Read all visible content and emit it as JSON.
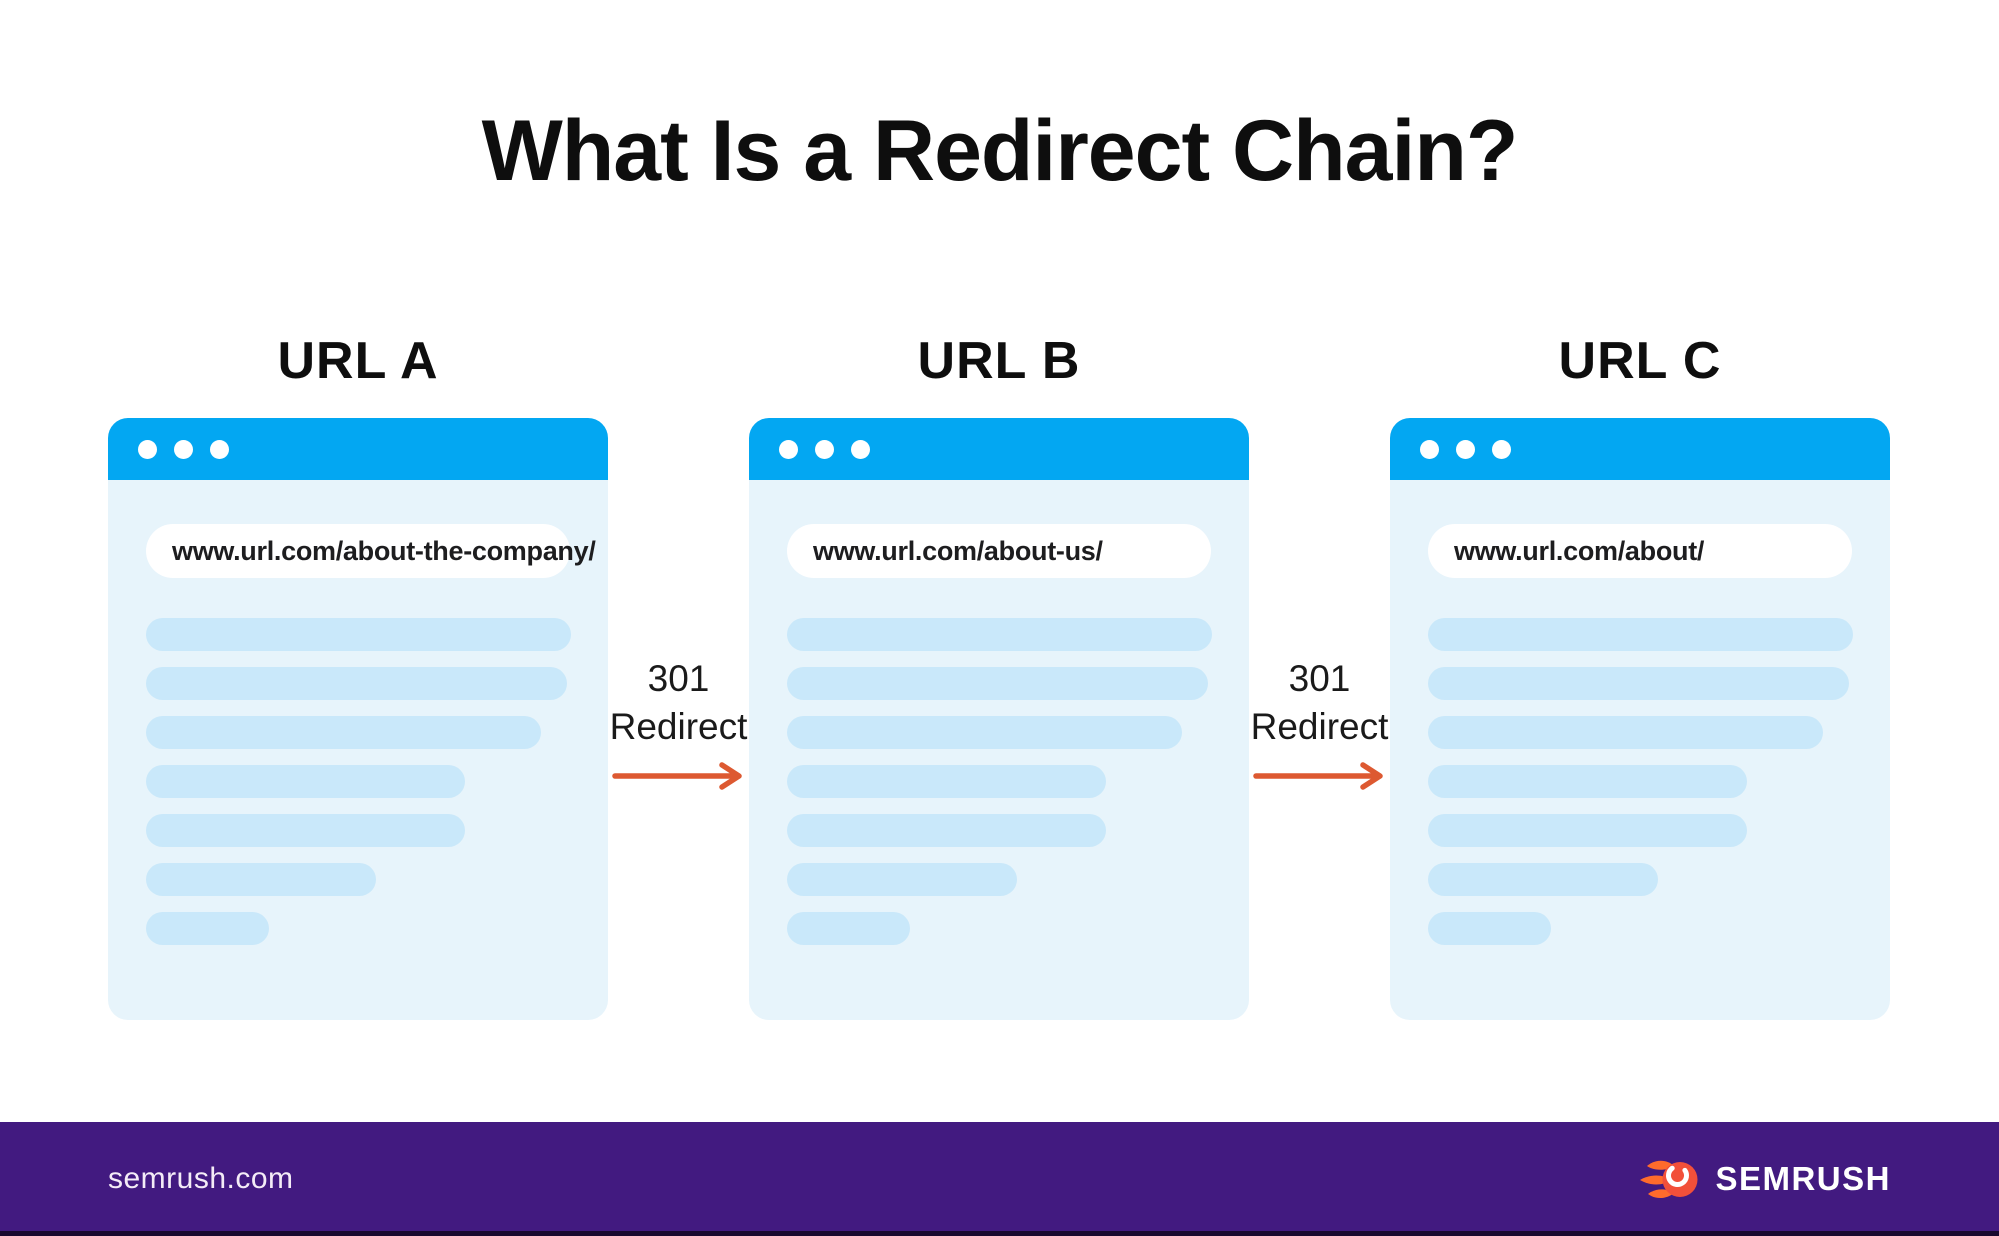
{
  "page": {
    "title": "What Is a Redirect Chain?"
  },
  "windows": [
    {
      "label": "URL A",
      "url": "www.url.com/about-the-company/"
    },
    {
      "label": "URL B",
      "url": "www.url.com/about-us/"
    },
    {
      "label": "URL C",
      "url": "www.url.com/about/"
    }
  ],
  "redirects": [
    {
      "code": "301",
      "label": "Redirect"
    },
    {
      "code": "301",
      "label": "Redirect"
    }
  ],
  "skeleton_lines_pct": [
    100,
    99,
    93,
    75,
    75,
    54,
    29
  ],
  "footer": {
    "site": "semrush.com",
    "brand": "SEMRUSH"
  },
  "colors": {
    "header_blue": "#03a7f2",
    "window_body": "#e7f4fb",
    "skeleton_line": "#c9e8fa",
    "arrow_orange": "#dd5931",
    "footer_purple": "#421a80",
    "logo_flame": "#ff6b2c",
    "logo_ball": "#f2503a"
  }
}
